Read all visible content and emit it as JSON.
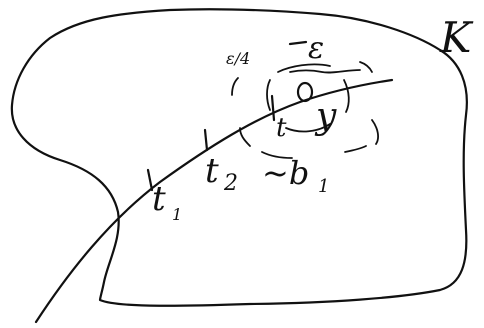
{
  "region_label": "K",
  "labels": {
    "t1": "t",
    "t1_sub": "1",
    "t2": "t",
    "t2_sub": "2",
    "t": "t",
    "y": "y",
    "epsilon": "ε",
    "epsilon_over_4": "ε/4",
    "b1": "~b",
    "b1_sub": "1"
  },
  "ink_color": "#111111"
}
